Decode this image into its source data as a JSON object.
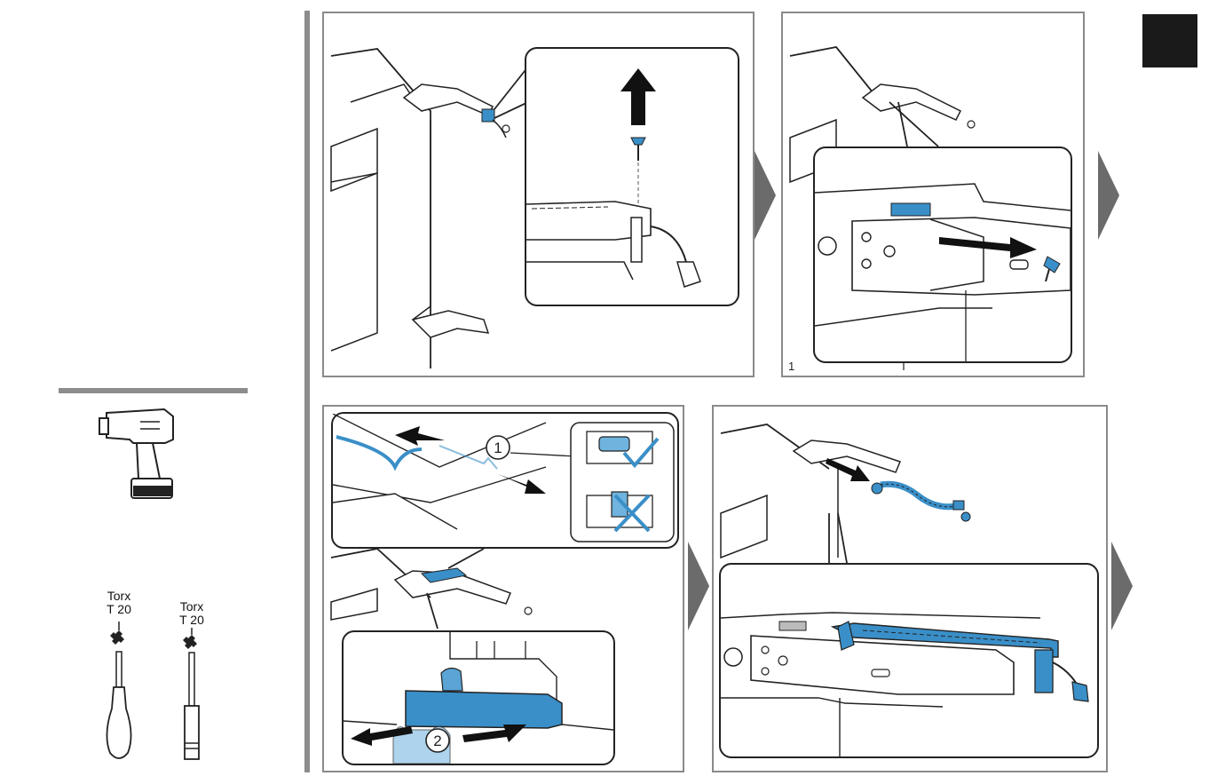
{
  "tools": {
    "torx_left": {
      "line1": "Torx",
      "line2": "T 20"
    },
    "torx_right": {
      "line1": "Torx",
      "line2": "T 20"
    }
  },
  "steps": {
    "top_left": {
      "callout_marker": ""
    },
    "top_right": {
      "page_marker": "1"
    },
    "bottom_left": {
      "marker_1": "1",
      "marker_2": "2"
    },
    "bottom_right": {}
  },
  "colors": {
    "accent_blue": "#3a8fc8",
    "panel_border": "#8a8a8a",
    "line": "#222222",
    "arrow": "#111111",
    "chevron": "#6b6b6b"
  },
  "icons": [
    "drill-icon",
    "screwdriver-icon",
    "bit-holder-icon",
    "check-icon",
    "cross-icon",
    "arrow-icon",
    "screw-icon"
  ]
}
